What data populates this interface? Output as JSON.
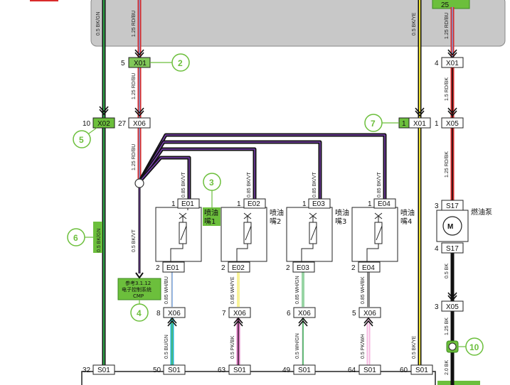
{
  "diagram": {
    "top_right_box_number": "25",
    "connectors": {
      "X01_a": {
        "name": "X01",
        "pin": "5"
      },
      "X02": {
        "name": "X02",
        "pin": "10"
      },
      "X06_top": {
        "name": "X06",
        "pin": "27"
      },
      "X01_right_top": {
        "name": "X01",
        "pin": "4"
      },
      "X01_mid": {
        "name": "X01",
        "pin": "1"
      },
      "X05_mid": {
        "name": "X05",
        "pin": "1"
      },
      "S17_top": {
        "name": "S17",
        "pin": "3"
      },
      "S17_bot": {
        "name": "S17",
        "pin": "4"
      },
      "X05_bot": {
        "name": "X05",
        "pin": "3"
      },
      "E01_top": {
        "name": "E01",
        "pin": "1"
      },
      "E02_top": {
        "name": "E02",
        "pin": "1"
      },
      "E03_top": {
        "name": "E03",
        "pin": "1"
      },
      "E04_top": {
        "name": "E04",
        "pin": "1"
      },
      "E01_bot": {
        "name": "E01",
        "pin": "2"
      },
      "E02_bot": {
        "name": "E02",
        "pin": "2"
      },
      "E03_bot": {
        "name": "E03",
        "pin": "2"
      },
      "E04_bot": {
        "name": "E04",
        "pin": "2"
      },
      "X06_1": {
        "name": "X06",
        "pin": "8"
      },
      "X06_2": {
        "name": "X06",
        "pin": "7"
      },
      "X06_3": {
        "name": "X06",
        "pin": "6"
      },
      "X06_4": {
        "name": "X06",
        "pin": "5"
      },
      "S01_1": {
        "name": "S01",
        "pin": "32"
      },
      "S01_2": {
        "name": "S01",
        "pin": "50"
      },
      "S01_3": {
        "name": "S01",
        "pin": "63"
      },
      "S01_4": {
        "name": "S01",
        "pin": "49"
      },
      "S01_5": {
        "name": "S01",
        "pin": "64"
      },
      "S01_6": {
        "name": "S01",
        "pin": "60"
      }
    },
    "wires": {
      "bkgn_top": "0.5 BK/GN",
      "rdbu_top": "1.25 RD/BU",
      "rdbu_mid": "1.25 RD/BU",
      "rdbu_low": "1.25 RD/BU",
      "bkye_top": "0.5 BK/YE",
      "rdbu_right": "1.25 RD/BU",
      "rdbk_1": "1.5 RD/BK",
      "rdbk_2": "1.25 RD/BK",
      "bkvt_1": "0.85 BK/VT",
      "bkvt_2": "0.85 BK/VT",
      "bkvt_3": "0.85 BK/VT",
      "bkvt_4": "0.85 BK/VT",
      "bkgn_low": "0.5 BK/GN",
      "bkvt_left": "0.5 BK/VT",
      "whbu": "0.85 WH/BU",
      "whye": "0.85 WH/YE",
      "whgn": "0.85 WH/GN",
      "whbk": "0.85 WH/BK",
      "bugn": "0.5 BU/GN",
      "pkbk": "0.5 PK/BK",
      "whgn2": "0.5 WH/GN",
      "pkwh": "0.5 PK/WH",
      "bkye_low": "0.5 BK/YE",
      "bk_1": "0.5 BK",
      "bk_2": "1.25 BK",
      "bk_3": "2.0 BK"
    },
    "labels": {
      "injector1": "喷油\n嘴1",
      "injector2": "喷油\n嘴2",
      "injector3": "喷油\n嘴3",
      "injector4": "喷油\n嘴4",
      "fuel_pump": "燃油泵",
      "ref_line1": "参考3.1.12",
      "ref_line2": "电子控制系统",
      "ref_line3": "CMP"
    },
    "callouts": [
      "2",
      "5",
      "6",
      "3",
      "4",
      "7",
      "10"
    ]
  }
}
